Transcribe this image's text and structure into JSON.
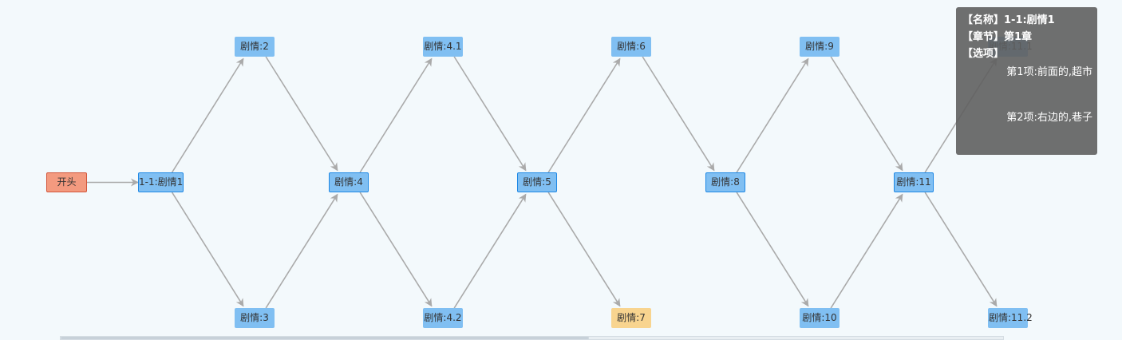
{
  "nodes": [
    {
      "id": "n-start",
      "label": "开头",
      "type": "start"
    },
    {
      "id": "n-1-1",
      "label": "1-1:剧情1",
      "type": "selected"
    },
    {
      "id": "n-2",
      "label": "剧情:2",
      "type": "normal"
    },
    {
      "id": "n-3",
      "label": "剧情:3",
      "type": "normal"
    },
    {
      "id": "n-4",
      "label": "剧情:4",
      "type": "selected"
    },
    {
      "id": "n-4-1",
      "label": "剧情:4.1",
      "type": "normal"
    },
    {
      "id": "n-4-2",
      "label": "剧情:4.2",
      "type": "normal"
    },
    {
      "id": "n-5",
      "label": "剧情:5",
      "type": "selected"
    },
    {
      "id": "n-6",
      "label": "剧情:6",
      "type": "normal"
    },
    {
      "id": "n-7",
      "label": "剧情:7",
      "type": "end"
    },
    {
      "id": "n-8",
      "label": "剧情:8",
      "type": "selected"
    },
    {
      "id": "n-9",
      "label": "剧情:9",
      "type": "normal"
    },
    {
      "id": "n-10",
      "label": "剧情:10",
      "type": "normal"
    },
    {
      "id": "n-11",
      "label": "剧情:11",
      "type": "selected"
    },
    {
      "id": "n-11-1",
      "label": "剧情:11.1",
      "type": "normal"
    },
    {
      "id": "n-11-2",
      "label": "剧情:11.2",
      "type": "normal"
    }
  ],
  "edges": [
    [
      "n-start",
      "n-1-1"
    ],
    [
      "n-1-1",
      "n-2"
    ],
    [
      "n-1-1",
      "n-3"
    ],
    [
      "n-2",
      "n-4"
    ],
    [
      "n-3",
      "n-4"
    ],
    [
      "n-4",
      "n-4-1"
    ],
    [
      "n-4",
      "n-4-2"
    ],
    [
      "n-4-1",
      "n-5"
    ],
    [
      "n-4-2",
      "n-5"
    ],
    [
      "n-5",
      "n-6"
    ],
    [
      "n-5",
      "n-7"
    ],
    [
      "n-6",
      "n-8"
    ],
    [
      "n-8",
      "n-9"
    ],
    [
      "n-8",
      "n-10"
    ],
    [
      "n-9",
      "n-11"
    ],
    [
      "n-10",
      "n-11"
    ],
    [
      "n-11",
      "n-11-1"
    ],
    [
      "n-11",
      "n-11-2"
    ]
  ],
  "colors": {
    "node_fill": "#80bff2",
    "node_selected_border": "#1e88e5",
    "start_fill": "#f39a7f",
    "end_fill": "#f8d48f",
    "edge": "#aaaaaa",
    "tooltip_bg": "#5f5f5f"
  },
  "tooltip": {
    "name_line": "【名称】1-1:剧情1",
    "chapter_line": "【章节】第1章",
    "options_header": "【选项】",
    "option1": "第1项:前面的,超市",
    "option2": "第2项:右边的,巷子"
  }
}
